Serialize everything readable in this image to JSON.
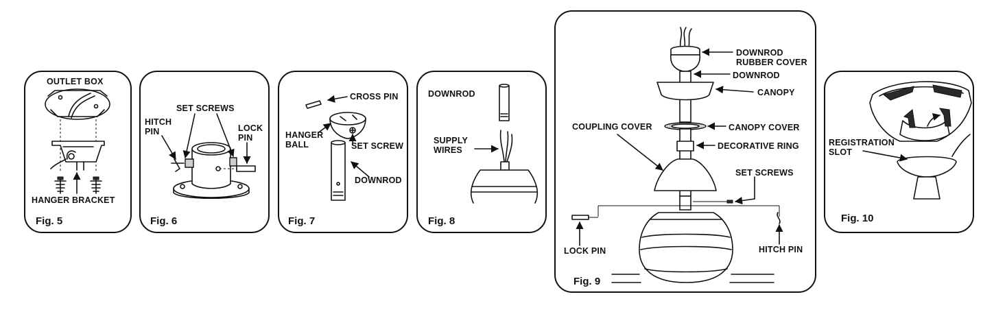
{
  "panels": {
    "fig5": {
      "caption": "Fig. 5",
      "outlet_box": "OUTLET BOX",
      "hanger_bracket": "HANGER BRACKET"
    },
    "fig6": {
      "caption": "Fig. 6",
      "set_screws": "SET SCREWS",
      "hitch_pin_1": "HITCH",
      "hitch_pin_2": "PIN",
      "lock_pin_1": "LOCK",
      "lock_pin_2": "PIN"
    },
    "fig7": {
      "caption": "Fig. 7",
      "cross_pin": "CROSS PIN",
      "hanger_ball_1": "HANGER",
      "hanger_ball_2": "BALL",
      "set_screw": "SET SCREW",
      "downrod": "DOWNROD"
    },
    "fig8": {
      "caption": "Fig. 8",
      "downrod": "DOWNROD",
      "supply_wires_1": "SUPPLY",
      "supply_wires_2": "WIRES"
    },
    "fig9": {
      "caption": "Fig. 9",
      "downrod_rubber_cover_1": "DOWNROD",
      "downrod_rubber_cover_2": "RUBBER COVER",
      "downrod": "DOWNROD",
      "canopy": "CANOPY",
      "coupling_cover": "COUPLING COVER",
      "canopy_cover": "CANOPY COVER",
      "decorative_ring": "DECORATIVE RING",
      "set_screws": "SET SCREWS",
      "lock_pin": "LOCK PIN",
      "hitch_pin": "HITCH PIN"
    },
    "fig10": {
      "caption": "Fig. 10",
      "registration_slot_1": "REGISTRATION",
      "registration_slot_2": "SLOT"
    }
  }
}
